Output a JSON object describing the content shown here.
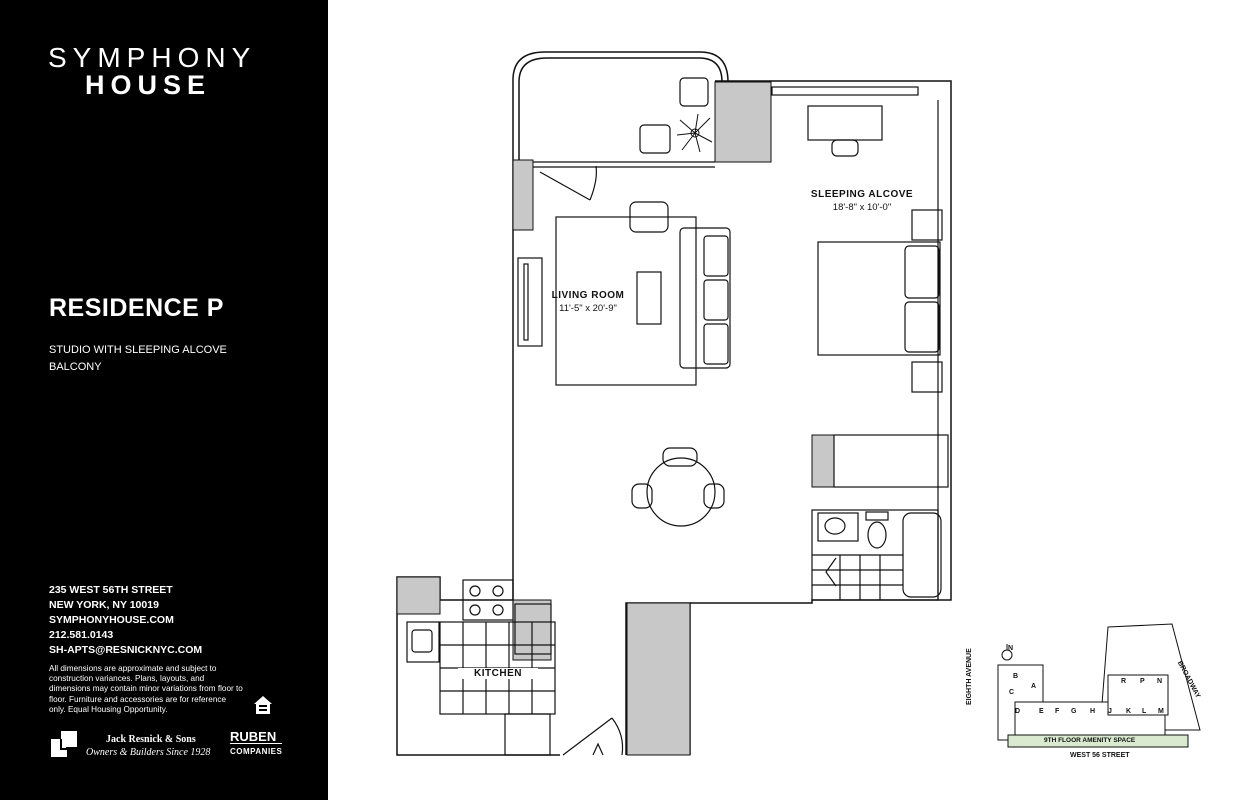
{
  "brand": {
    "line1": "SYMPHONY",
    "line2": "HOUSE"
  },
  "residence": {
    "title": "RESIDENCE P",
    "type": "STUDIO WITH SLEEPING ALCOVE",
    "feature": "BALCONY"
  },
  "contact": {
    "address": "235 WEST 56TH STREET",
    "city": "NEW YORK, NY 10019",
    "website": "SYMPHONYHOUSE.COM",
    "phone": "212.581.0143",
    "email": "SH-APTS@RESNICKNYC.COM"
  },
  "disclaimer": "All dimensions are approximate and subject to construction variances. Plans, layouts, and dimensions may contain minor variations from floor to floor. Furniture and accessories are for reference only. Equal Housing Opportunity.",
  "developer": {
    "name": "Jack Resnick & Sons",
    "tagline": "Owners & Builders Since 1928"
  },
  "partner": {
    "name": "RUBEN",
    "sub": "COMPANIES"
  },
  "rooms": {
    "sleeping": {
      "label": "SLEEPING ALCOVE",
      "dims": "18'-8\" x 10'-0\""
    },
    "living": {
      "label": "LIVING ROOM",
      "dims": "11'-5\" x 20'-9\""
    },
    "kitchen": {
      "label": "KITCHEN"
    }
  },
  "keyplan": {
    "north": "N",
    "avenue": "EIGHTH AVENUE",
    "broadway": "BROADWAY",
    "street": "WEST 56 STREET",
    "amenity": "9TH FLOOR AMENITY SPACE",
    "units_top": [
      "B",
      "A",
      "C",
      "R",
      "P",
      "N"
    ],
    "units_bottom": [
      "D",
      "E",
      "F",
      "G",
      "H",
      "J",
      "K",
      "L",
      "M"
    ]
  },
  "colors": {
    "panel": "#000000",
    "wall": "#c8c8c8",
    "amenity": "#d9ead0"
  }
}
